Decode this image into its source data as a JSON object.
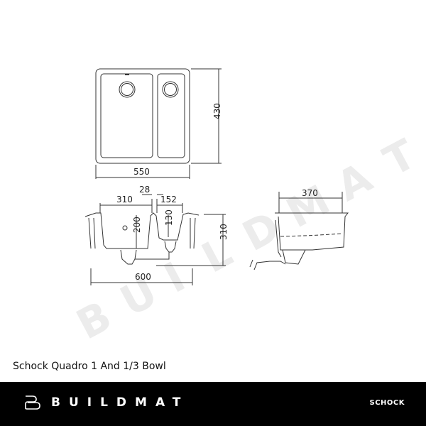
{
  "watermark": {
    "text": "BUILDMAT",
    "letters": [
      "B",
      "U",
      "I",
      "L",
      "D",
      "M",
      "A",
      "T"
    ]
  },
  "top_view": {
    "width_label": "550",
    "depth_label": "430"
  },
  "front_view": {
    "main_bowl_width": "310",
    "divider_width": "28",
    "small_bowl_width": "152",
    "main_bowl_depth": "200",
    "small_bowl_depth": "130",
    "overall_height": "310",
    "cabinet_width": "600"
  },
  "side_view": {
    "depth_label": "370"
  },
  "product": {
    "title": "Schock Quadro 1 And 1/3 Bowl"
  },
  "footer": {
    "brand": "BUILDMAT",
    "partner": "SCHOCK",
    "background": "#000000",
    "text_color": "#ffffff"
  }
}
